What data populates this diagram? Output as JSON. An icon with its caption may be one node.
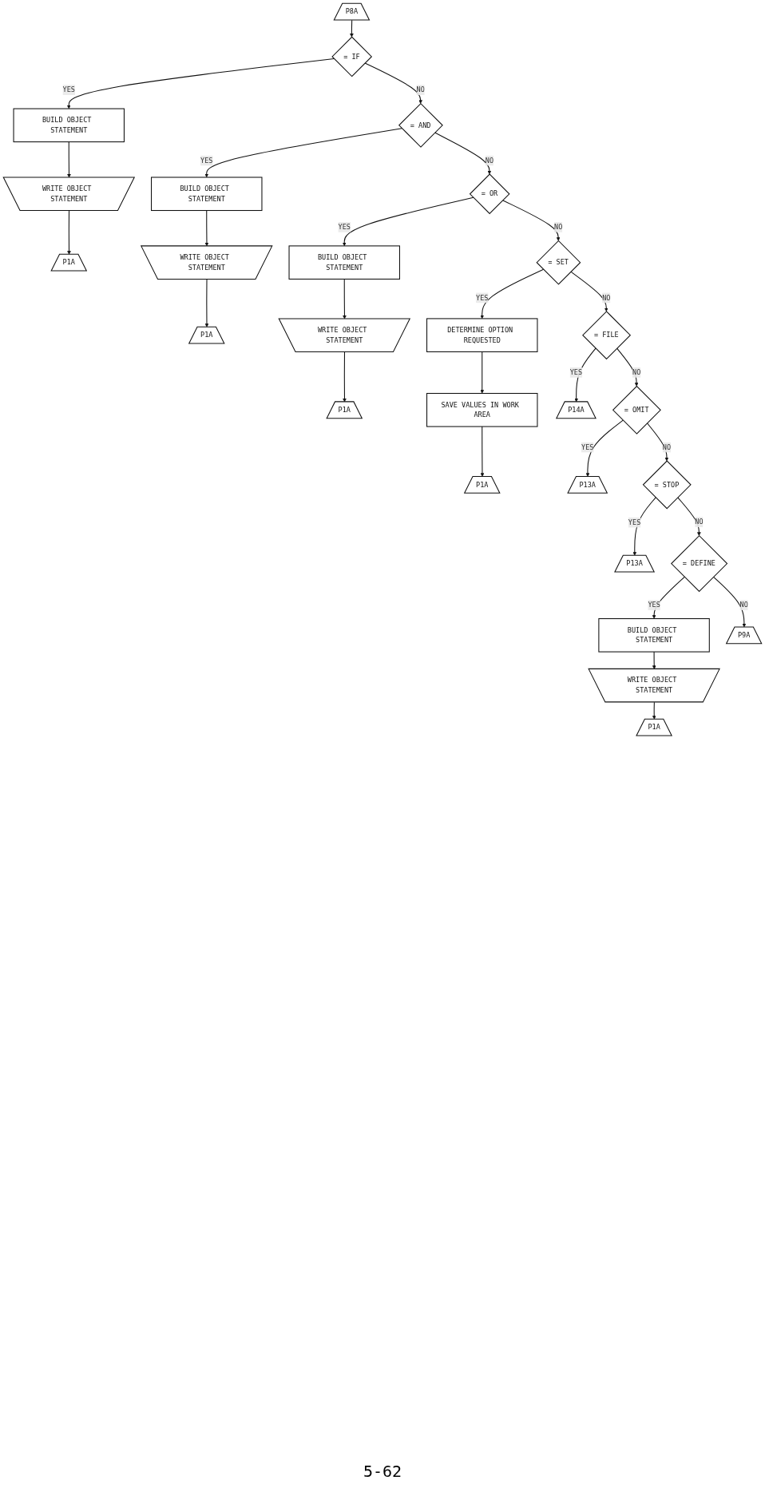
{
  "diagram": {
    "nodes": [
      {
        "text": [
          "P8A"
        ]
      },
      {
        "text": [
          "= IF"
        ]
      },
      {
        "text": [
          "BUILD OBJECT STATEMENT"
        ]
      },
      {
        "text": [
          "WRITE OBJECT STATEMENT"
        ]
      },
      {
        "text": [
          "P1A"
        ]
      },
      {
        "text": [
          "= AND"
        ]
      },
      {
        "text": [
          "BUILD OBJECT STATEMENT"
        ]
      },
      {
        "text": [
          "WRITE OBJECT STATEMENT"
        ]
      },
      {
        "text": [
          "P1A"
        ]
      },
      {
        "text": [
          "= OR"
        ]
      },
      {
        "text": [
          "BUILD OBJECT STATEMENT"
        ]
      },
      {
        "text": [
          "WRITE OBJECT STATEMENT"
        ]
      },
      {
        "text": [
          "P1A"
        ]
      },
      {
        "text": [
          "= SET"
        ]
      },
      {
        "text": [
          "DETERMINE OPTION REQUESTED"
        ]
      },
      {
        "text": [
          "SAVE VALUES IN WORK AREA"
        ]
      },
      {
        "text": [
          "P1A"
        ]
      },
      {
        "text": [
          "= FILE"
        ]
      },
      {
        "text": [
          "P14A"
        ]
      },
      {
        "text": [
          "= OMIT"
        ]
      },
      {
        "text": [
          "P13A"
        ]
      },
      {
        "text": [
          "= STOP"
        ]
      },
      {
        "text": [
          "P13A"
        ]
      },
      {
        "text": [
          "= DEFINE"
        ]
      },
      {
        "text": [
          "BUILD OBJECT STATEMENT"
        ]
      },
      {
        "text": [
          "WRITE OBJECT STATEMENT"
        ]
      },
      {
        "text": [
          "P1A"
        ]
      },
      {
        "text": [
          "P9A"
        ]
      }
    ],
    "edges": [
      {
        "from": 0,
        "to": 1,
        "arrow": "to"
      },
      {
        "from": 1,
        "to": 2,
        "label": "YES",
        "arrow": "to"
      },
      {
        "from": 2,
        "to": 3,
        "arrow": "to"
      },
      {
        "from": 3,
        "to": 4,
        "arrow": "to"
      },
      {
        "from": 1,
        "to": 5,
        "label": "NO",
        "arrow": "to"
      },
      {
        "from": 5,
        "to": 6,
        "label": "YES",
        "arrow": "to"
      },
      {
        "from": 6,
        "to": 7,
        "arrow": "to"
      },
      {
        "from": 7,
        "to": 8,
        "arrow": "to"
      },
      {
        "from": 5,
        "to": 9,
        "label": "NO",
        "arrow": "to"
      },
      {
        "from": 9,
        "to": 10,
        "label": "YES",
        "arrow": "to"
      },
      {
        "from": 10,
        "to": 11,
        "arrow": "to"
      },
      {
        "from": 11,
        "to": 12,
        "arrow": "to"
      },
      {
        "from": 9,
        "to": 13,
        "label": "NO",
        "arrow": "to"
      },
      {
        "from": 13,
        "to": 14,
        "label": "YES",
        "arrow": "to"
      },
      {
        "from": 14,
        "to": 15,
        "arrow": "to"
      },
      {
        "from": 15,
        "to": 16,
        "arrow": "to"
      },
      {
        "from": 13,
        "to": 17,
        "label": "NO",
        "arrow": "to"
      },
      {
        "from": 17,
        "to": 18,
        "label": "YES",
        "arrow": "to"
      },
      {
        "from": 17,
        "to": 19,
        "label": "NO",
        "arrow": "to"
      },
      {
        "from": 19,
        "to": 20,
        "label": "YES",
        "arrow": "to"
      },
      {
        "from": 19,
        "to": 21,
        "label": "NO",
        "arrow": "to"
      },
      {
        "from": 21,
        "to": 22,
        "label": "YES",
        "arrow": "to"
      },
      {
        "from": 21,
        "to": 23,
        "label": "NO",
        "arrow": "to"
      },
      {
        "from": 23,
        "to": 24,
        "label": "YES",
        "arrow": "to"
      },
      {
        "from": 24,
        "to": 25,
        "arrow": "to"
      },
      {
        "from": 25,
        "to": 26,
        "arrow": "to"
      },
      {
        "from": 23,
        "to": 27,
        "label": "NO",
        "arrow": "to"
      }
    ],
    "labels": [
      "5-62"
    ]
  }
}
